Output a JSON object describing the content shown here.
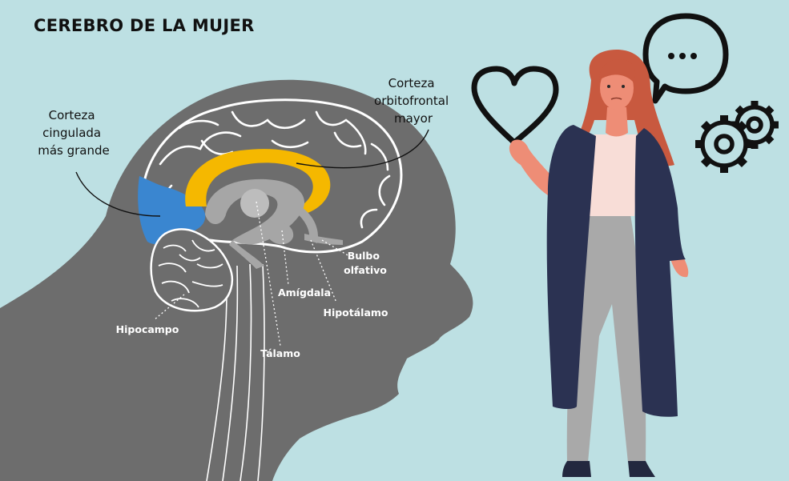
{
  "title": "CEREBRO DE LA MUJER",
  "labels": {
    "corteza_cingulada": [
      "Corteza",
      "cingulada",
      "más grande"
    ],
    "corteza_orbitofrontal": [
      "Corteza",
      "orbitofrontal",
      "mayor"
    ],
    "bulbo_olfativo": [
      "Bulbo",
      "olfativo"
    ],
    "amigdala": "Amígdala",
    "hipotalamo": "Hipotálamo",
    "hipocampo": "Hipocampo",
    "talamo": "Tálamo"
  },
  "colors": {
    "background": "#bde0e3",
    "head": "#6d6d6d",
    "brain_lines": "#ffffff",
    "orbitofrontal": "#f5b800",
    "cingulate": "#3a86d0",
    "coat": "#2b3252",
    "hair": "#c8593f",
    "skin": "#ee8d76",
    "pants": "#a9a9a9"
  },
  "icons": [
    "heart-icon",
    "speech-bubble-icon",
    "gears-icon"
  ]
}
